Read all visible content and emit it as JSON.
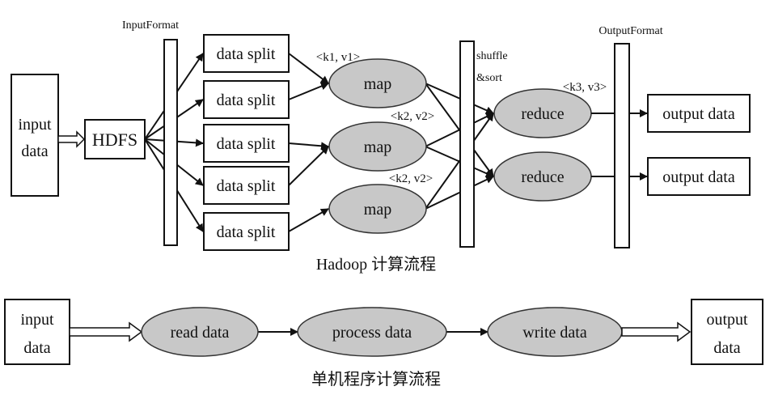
{
  "hadoop": {
    "input_label_1": "input",
    "input_label_2": "data",
    "hdfs": "HDFS",
    "input_format": "InputFormat",
    "splits": [
      "data split",
      "data split",
      "data split",
      "data split",
      "data split"
    ],
    "maps": [
      "map",
      "map",
      "map"
    ],
    "kv_labels": [
      "<k1, v1>",
      "<k2, v2>",
      "<k2, v2>"
    ],
    "shuffle_1": "shuffle",
    "shuffle_2": "&sort",
    "reduces": [
      "reduce",
      "reduce"
    ],
    "kv3": "<k3, v3>",
    "output_format": "OutputFormat",
    "outputs": [
      "output data",
      "output data"
    ],
    "caption": "Hadoop 计算流程"
  },
  "single": {
    "input_label_1": "input",
    "input_label_2": "data",
    "steps": [
      "read data",
      "process data",
      "write data"
    ],
    "output_label_1": "output",
    "output_label_2": "data",
    "caption": "单机程序计算流程"
  },
  "colors": {
    "node_fill": "#c8c8c8",
    "stroke": "#111111"
  }
}
